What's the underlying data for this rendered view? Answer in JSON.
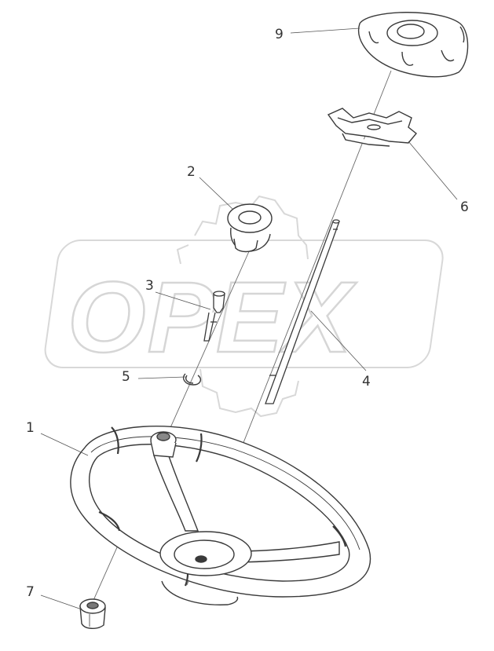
{
  "diagram": {
    "watermark": "OPEX",
    "callouts": [
      {
        "id": "1",
        "label": "1"
      },
      {
        "id": "2",
        "label": "2"
      },
      {
        "id": "3",
        "label": "3"
      },
      {
        "id": "4",
        "label": "4"
      },
      {
        "id": "5",
        "label": "5"
      },
      {
        "id": "6",
        "label": "6"
      },
      {
        "id": "7",
        "label": "7"
      },
      {
        "id": "9",
        "label": "9"
      }
    ],
    "colors": {
      "line": "#3a3a3a",
      "leader": "#555555",
      "watermark": "#dcdcdc",
      "background": "#ffffff"
    }
  }
}
